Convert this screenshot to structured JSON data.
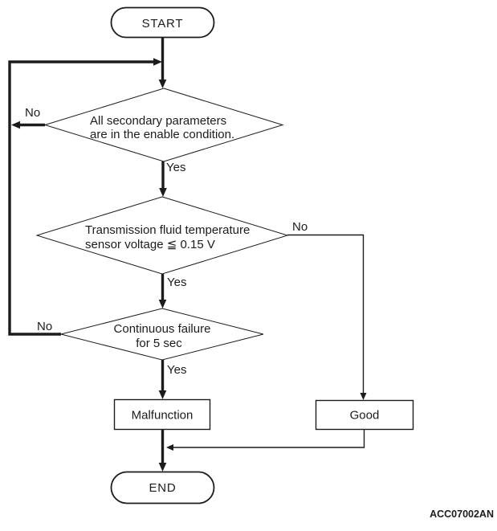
{
  "colors": {
    "ink": "#1c1c1c",
    "background": "#ffffff"
  },
  "flowchart": {
    "start": {
      "label": "START"
    },
    "decisions": [
      {
        "text_line1": "All secondary parameters",
        "text_line2": "are in the enable condition.",
        "yes_label": "Yes",
        "no_label": "No"
      },
      {
        "text_line1": "Transmission fluid temperature",
        "text_line2": "sensor voltage ≦ 0.15 V",
        "yes_label": "Yes",
        "no_label": "No"
      },
      {
        "text_line1": "Continuous failure",
        "text_line2": "for 5 sec",
        "yes_label": "Yes",
        "no_label": "No"
      }
    ],
    "outcomes": {
      "malfunction_label": "Malfunction",
      "good_label": "Good"
    },
    "end": {
      "label": "END"
    },
    "figure_id": "ACC07002AN"
  }
}
